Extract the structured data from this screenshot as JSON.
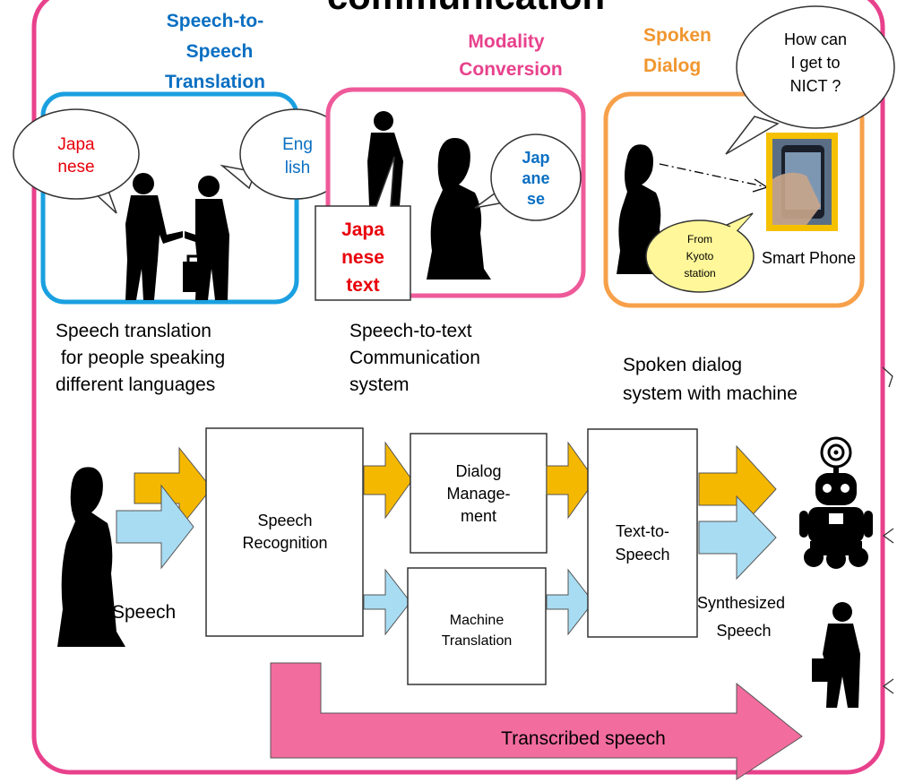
{
  "header": {
    "title_fragment": "communication"
  },
  "scenarios": {
    "s2s": {
      "title": [
        "Speech-to-",
        "Speech",
        "Translation"
      ],
      "bubble_left": [
        "Japa",
        "nese"
      ],
      "bubble_right": [
        "Eng",
        "lish"
      ],
      "caption": [
        "Speech translation",
        " for people speaking",
        "different languages"
      ]
    },
    "modality": {
      "title": [
        "Modality",
        "Conversion"
      ],
      "bubble": [
        "Jap",
        "ane",
        "se"
      ],
      "text_box": [
        "Japa",
        "nese",
        "text"
      ],
      "caption": [
        "Speech-to-text",
        "Communication",
        "system"
      ]
    },
    "dialog": {
      "title": [
        "Spoken",
        "Dialog"
      ],
      "question_bubble": [
        "How can",
        "I get to",
        "NICT ?"
      ],
      "answer_bubble": [
        "From",
        "Kyoto",
        "station"
      ],
      "device_label": "Smart Phone",
      "caption": [
        "Spoken dialog",
        "system with machine"
      ]
    }
  },
  "pipeline": {
    "input_label": "Speech",
    "speech_recognition": [
      "Speech",
      "Recognition"
    ],
    "dialog_management": [
      "Dialog",
      "Manage-",
      "ment"
    ],
    "machine_translation": [
      "Machine",
      "Translation"
    ],
    "tts": [
      "Text-to-",
      "Speech"
    ],
    "output_label": [
      "Synthesized",
      "Speech"
    ],
    "transcribed": "Transcribed speech"
  },
  "colors": {
    "frame_pink": "#e8418c",
    "s2s_blue": "#1aa0e0",
    "modality_pink": "#ee5a9a",
    "dialog_orange": "#f7a04a",
    "arrow_orange": "#f5b800",
    "arrow_blue": "#a8dcf2",
    "arrow_pink": "#f36c9e",
    "title_blue": "#0a6fc2",
    "title_pink": "#e8418c",
    "title_orange": "#f0962f",
    "red_text": "#e8000a",
    "answer_bubble": "#fff799"
  }
}
